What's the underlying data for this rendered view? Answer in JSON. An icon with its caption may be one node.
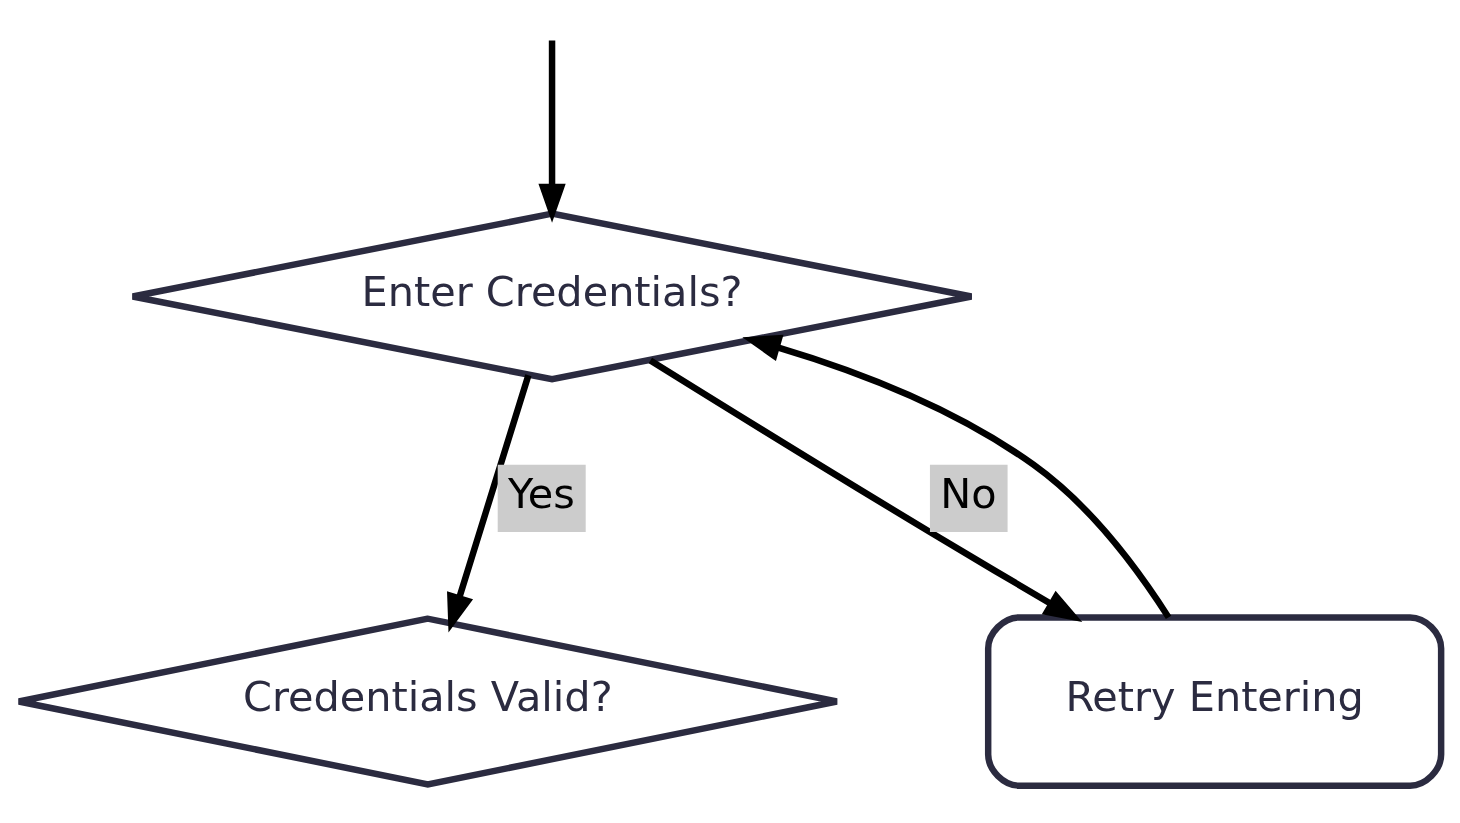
{
  "diagram": {
    "nodes": [
      {
        "text": [
          "Enter Credentials?"
        ]
      },
      {
        "text": [
          "Credentials Valid?"
        ]
      },
      {
        "text": [
          "Retry Entering"
        ]
      }
    ],
    "edges": [
      {
        "from": 0,
        "to": 1,
        "label": "Yes",
        "arrow": "to"
      },
      {
        "from": 0,
        "to": 2,
        "label": "No",
        "arrow": "to"
      },
      {
        "from": 2,
        "to": 0,
        "arrow": "to"
      },
      {
        "from": null,
        "to": 0,
        "arrow": "to"
      }
    ]
  }
}
